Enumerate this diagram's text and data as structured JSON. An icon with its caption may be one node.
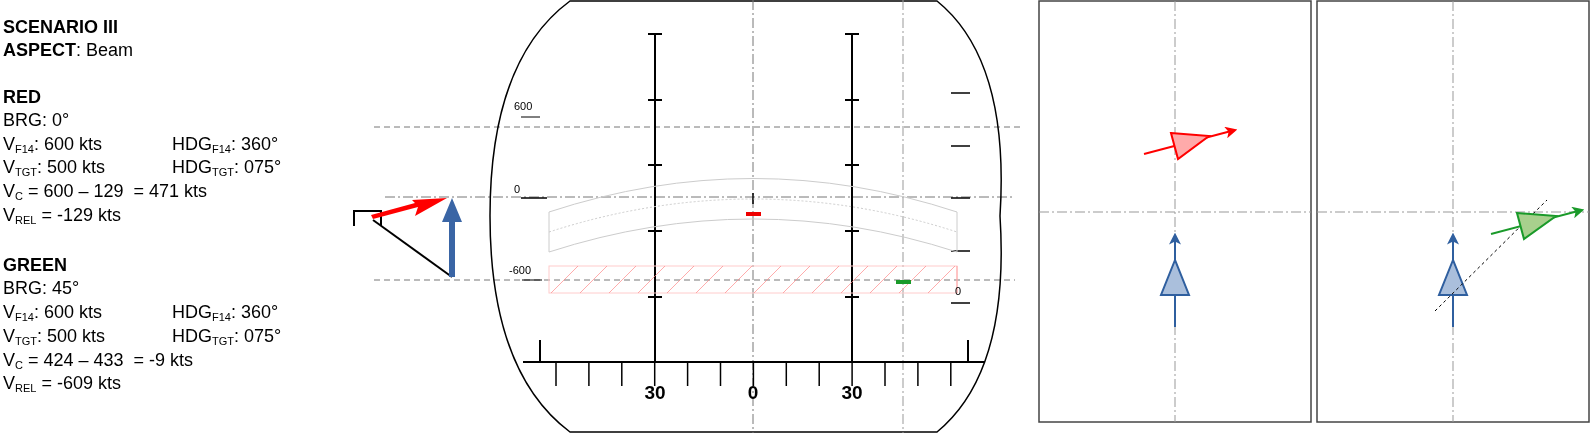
{
  "diagram": {
    "title": "SCENARIO III",
    "labels": [
      "**ASPECT**: Beam",
      "RED",
      "BRG: 0°",
      "V$_{F14}$: 600 kts",
      "HDG$_{F14}$: 360°",
      "V$_{TGT}$: 500 kts",
      "HDG$_{TGT}$: 075°",
      "V$_{C}$ = 600 – 129  = 471 kts",
      "V$_{REL}$ = -129 kts",
      "GREEN",
      "BRG: 45°",
      "V$_{F14}$: 600 kts",
      "HDG$_{F14}$: 360°",
      "V$_{TGT}$: 500 kts",
      "HDG$_{TGT}$: 075°",
      "V$_{C}$ = 424 – 433  = -9 kts",
      "V$_{REL}$ = -609 kts",
      "600",
      "0",
      "-600",
      "0",
      "30",
      "0",
      "30"
    ]
  }
}
